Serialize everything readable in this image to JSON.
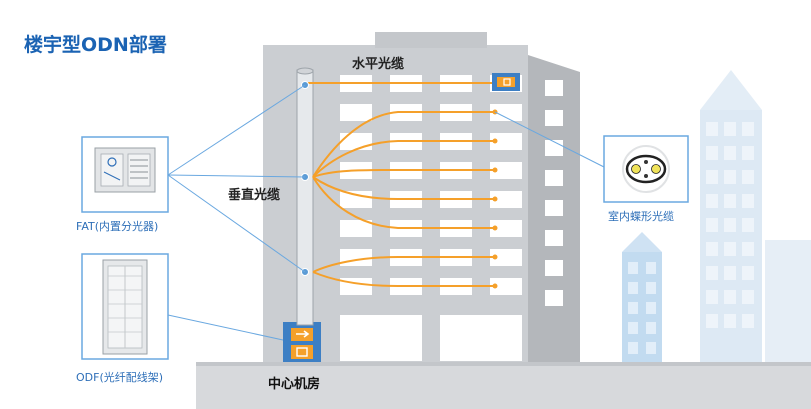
{
  "title": "楼宇型ODN部署",
  "labels": {
    "horizontal_cable": "水平光缆",
    "vertical_cable": "垂直光缆",
    "fat": "FAT(内置分光器)",
    "odf": "ODF(光纤配线架)",
    "indoor_cable": "室内蝶形光缆",
    "central_office": "中心机房"
  },
  "colors": {
    "title": "#1b63b3",
    "cable_orange": "#f5a02a",
    "link_blue": "#6aa8e0",
    "building_gray": "#c9ccd0",
    "equipment_blue": "#3d7fc4"
  }
}
